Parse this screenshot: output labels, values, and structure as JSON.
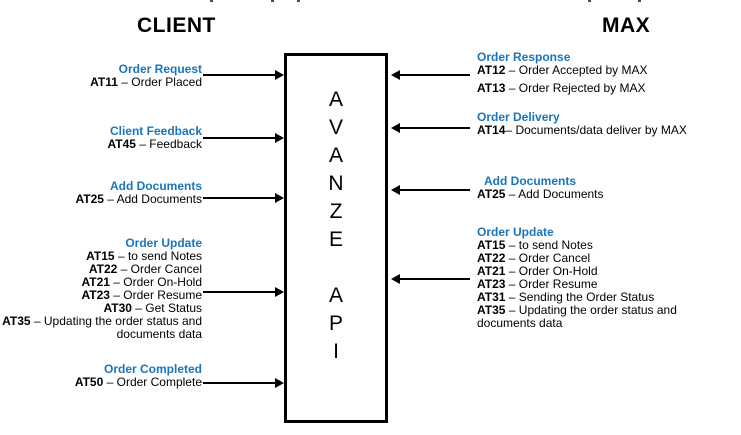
{
  "client_title": "CLIENT",
  "max_title": "MAX",
  "api_box": {
    "line1": "AVANZE",
    "line2": "API"
  },
  "colors": {
    "heading_blue": "#1B75BC",
    "text": "#000000",
    "arrow": "#000000",
    "box_border": "#000000"
  },
  "client_groups": [
    {
      "heading": "Order Request",
      "lines": [
        {
          "code": "AT11",
          "rest": " – Order Placed"
        }
      ]
    },
    {
      "heading": "Client Feedback",
      "lines": [
        {
          "code": "AT45",
          "rest": " – Feedback"
        }
      ]
    },
    {
      "heading": "Add Documents",
      "lines": [
        {
          "code": "AT25",
          "rest": " – Add Documents"
        }
      ]
    },
    {
      "heading": "Order Update",
      "lines": [
        {
          "code": "AT15",
          "rest": " – to send Notes"
        },
        {
          "code": "AT22",
          "rest": " – Order Cancel"
        },
        {
          "code": "AT21",
          "rest": " – Order On-Hold"
        },
        {
          "code": "AT23",
          "rest": " – Order Resume"
        },
        {
          "code": "AT30",
          "rest": " – Get Status"
        },
        {
          "code": "AT35",
          "rest": " – Updating the order status and",
          "line2": "documents data"
        }
      ]
    },
    {
      "heading": "Order Completed",
      "lines": [
        {
          "code": "AT50",
          "rest": " – Order Complete"
        }
      ]
    }
  ],
  "max_groups": [
    {
      "heading": "Order Response",
      "lines": [
        {
          "code": "AT12",
          "rest": " – Order Accepted by MAX"
        },
        {
          "code": "AT13",
          "rest": " – Order Rejected by MAX"
        }
      ]
    },
    {
      "heading": "Order Delivery",
      "lines": [
        {
          "code": "AT14",
          "rest": "– Documents/data deliver by MAX"
        }
      ]
    },
    {
      "heading": "Add Documents",
      "lines": [
        {
          "code": "AT25",
          "rest": " – Add Documents"
        }
      ]
    },
    {
      "heading": "Order Update",
      "lines": [
        {
          "code": "AT15",
          "rest": " – to send Notes"
        },
        {
          "code": "AT22",
          "rest": " – Order Cancel"
        },
        {
          "code": "AT21",
          "rest": " – Order On-Hold"
        },
        {
          "code": "AT23",
          "rest": " – Order Resume"
        },
        {
          "code": "AT31",
          "rest": " – Sending the Order Status"
        },
        {
          "code": "AT35",
          "rest": " – Updating the order status and",
          "line2": "documents data"
        }
      ]
    }
  ]
}
